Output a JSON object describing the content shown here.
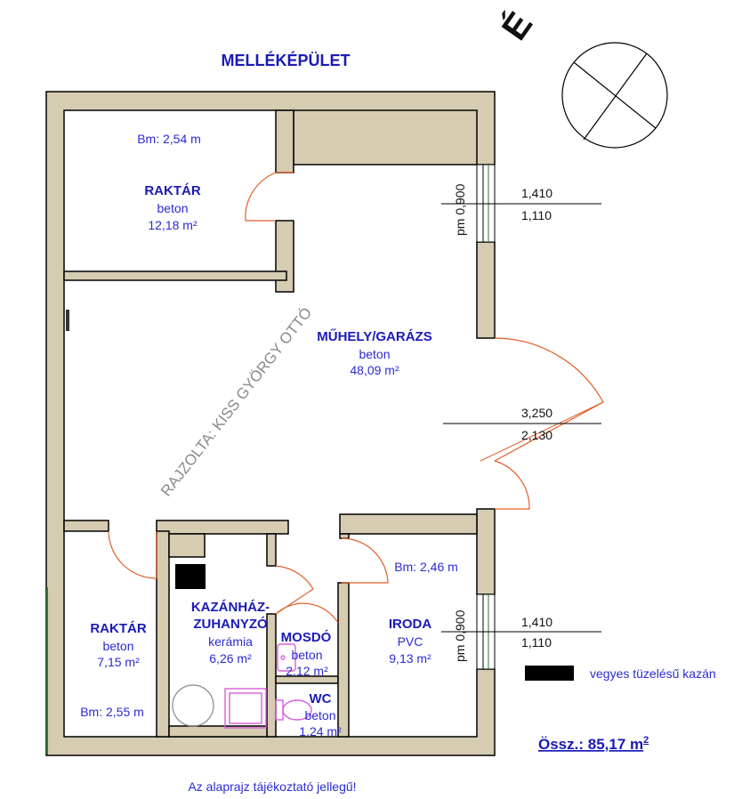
{
  "header": {
    "building_title": "MELLÉKÉPÜLET",
    "north_label": "É"
  },
  "rooms": {
    "raktar_top": {
      "name": "RAKTÁR",
      "floor": "beton",
      "area": "12,18 m²",
      "height": "Bm: 2,54 m"
    },
    "muhely": {
      "name": "MŰHELY/GARÁZS",
      "floor": "beton",
      "area": "48,09 m²"
    },
    "raktar_bottom": {
      "name": "RAKTÁR",
      "floor": "beton",
      "area": "7,15 m²",
      "height": "Bm: 2,55 m"
    },
    "kazanhaz": {
      "name_line1": "KAZÁNHÁZ-",
      "name_line2": "ZUHANYZÓ",
      "floor": "kerámia",
      "area": "6,26 m²"
    },
    "mosdo": {
      "name": "MOSDÓ",
      "floor": "beton",
      "area": "2,12 m²"
    },
    "wc": {
      "name": "WC",
      "floor": "beton",
      "area": "1,24 m²"
    },
    "iroda": {
      "name": "IRODA",
      "floor": "PVC",
      "area": "9,13 m²",
      "height": "Bm: 2,46 m"
    }
  },
  "openings": {
    "window_top": {
      "sill": "pm 0,900",
      "height": "1,410",
      "width": "1,110"
    },
    "gate": {
      "height": "3,250",
      "width": "2,130"
    },
    "window_iroda": {
      "sill": "pm 0,900",
      "height": "1,410",
      "width": "1,110"
    }
  },
  "legend": {
    "kazan_label": "vegyes tüzelésű kazán",
    "total": "Össz.: 85,17 m",
    "total_sup": "2"
  },
  "watermark": "RAJZOLTA: KISS GYÖRGY OTTÓ",
  "footer_note": "Az alaprajz tájékoztató jellegű!",
  "colors": {
    "wall_fill": "#d6ccb2",
    "wall_stroke": "#000000",
    "text_blue": "#2b2bd6",
    "door_arc": "#e0602a",
    "fixture_pink": "#d85fd8"
  }
}
